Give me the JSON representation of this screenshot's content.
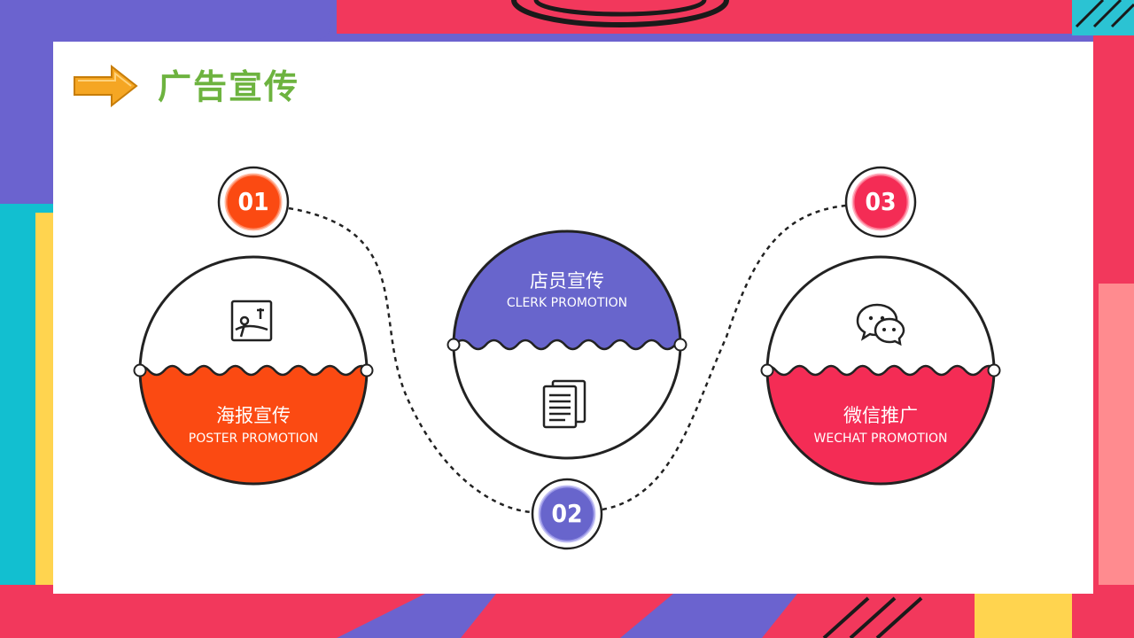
{
  "page": {
    "title": "广告宣传"
  },
  "items": [
    {
      "number": "01",
      "title": "海报宣传",
      "subtitle": "POSTER PROMOTION",
      "icon": "poster-icon",
      "color": "#fb4a12"
    },
    {
      "number": "02",
      "title": "店员宣传",
      "subtitle": "CLERK PROMOTION",
      "icon": "documents-icon",
      "color": "#6865cc"
    },
    {
      "number": "03",
      "title": "微信推广",
      "subtitle": "WECHAT PROMOTION",
      "icon": "wechat-icon",
      "color": "#f42c55"
    }
  ],
  "colors": {
    "title": "#6db33f",
    "arrow": "#f5a623",
    "card": "#ffffff"
  }
}
